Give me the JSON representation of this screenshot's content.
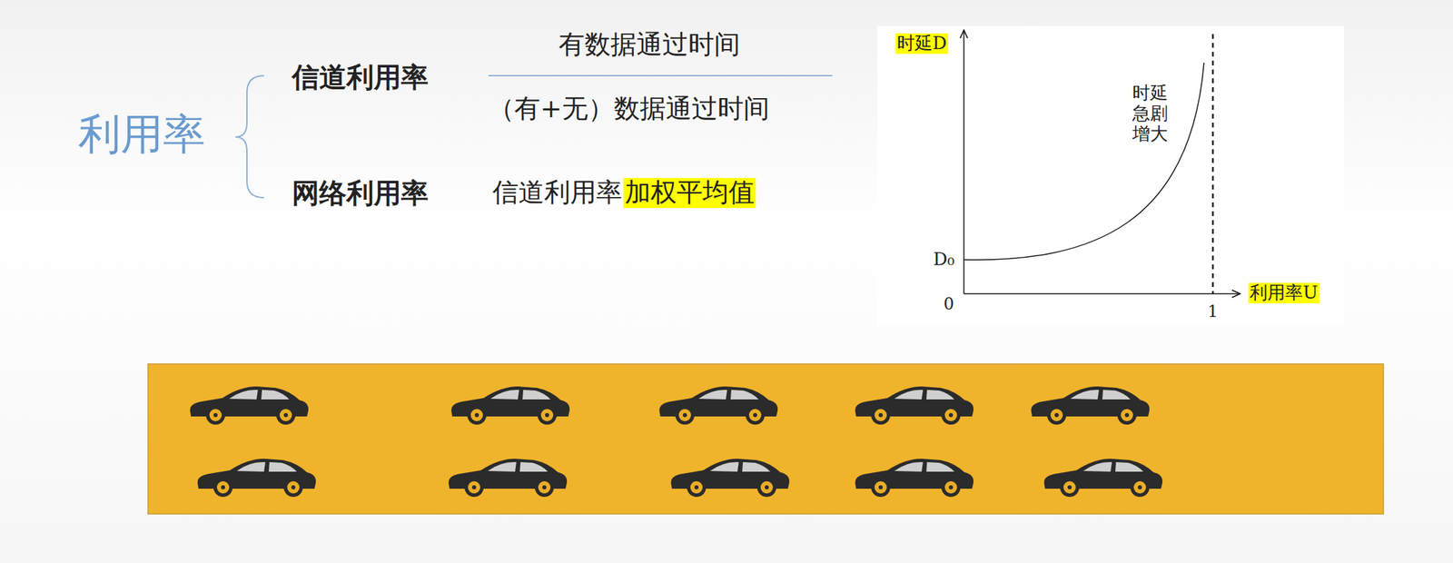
{
  "diagram": {
    "title": "利用率",
    "labels": [
      "信道利用率",
      "有数据通过时间",
      "（有+无）数据通过时间",
      "网络利用率",
      "信道利用率",
      "加权平均值",
      "时延D",
      "时延急剧增大",
      "D₀",
      "0",
      "1",
      "利用率U"
    ]
  }
}
